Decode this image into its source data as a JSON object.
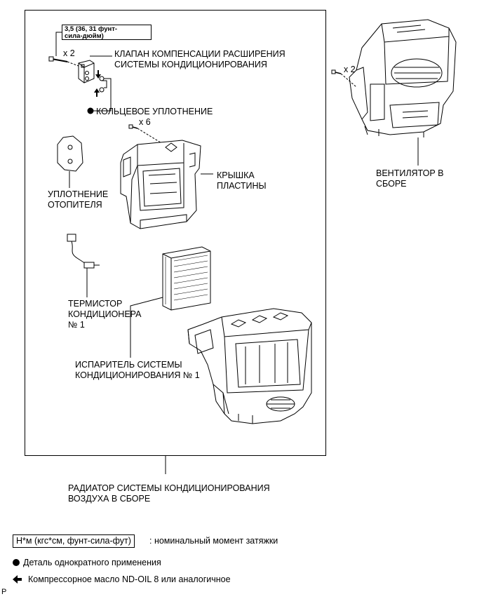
{
  "torque": {
    "value": "3,5 (36, 31 фунт-\nсила-дюйм)"
  },
  "qty": {
    "valve_screws": "x 2",
    "cover_screws": "x 6",
    "blower_screws": "x 2"
  },
  "labels": {
    "expansion_valve": "КЛАПАН КОМПЕНСАЦИИ РАСШИРЕНИЯ\nСИСТЕМЫ КОНДИЦИОНИРОВАНИЯ",
    "o_ring": "КОЛЬЦЕВОЕ УПЛОТНЕНИЕ",
    "plate_cover": "КРЫШКА\nПЛАСТИНЫ",
    "heater_seal": "УПЛОТНЕНИЕ\nОТОПИТЕЛЯ",
    "thermistor": "ТЕРМИСТОР\nКОНДИЦИОНЕРА\n№ 1",
    "evaporator": "ИСПАРИТЕЛЬ СИСТЕМЫ\nКОНДИЦИОНИРОВАНИЯ № 1",
    "radiator_assy": "РАДИАТОР СИСТЕМЫ КОНДИЦИОНИРОВАНИЯ\nВОЗДУХА В СБОРЕ",
    "blower_assy": "ВЕНТИЛЯТОР В\nСБОРЕ"
  },
  "legend": {
    "unit_box": "Н*м (кгс*см, фунт-сила-фут)",
    "torque_desc": ": номинальный момент затяжки",
    "non_reusable": "Деталь однократного применения",
    "oil": "Компрессорное масло ND-OIL 8 или аналогичное"
  },
  "corner_mark": "P"
}
